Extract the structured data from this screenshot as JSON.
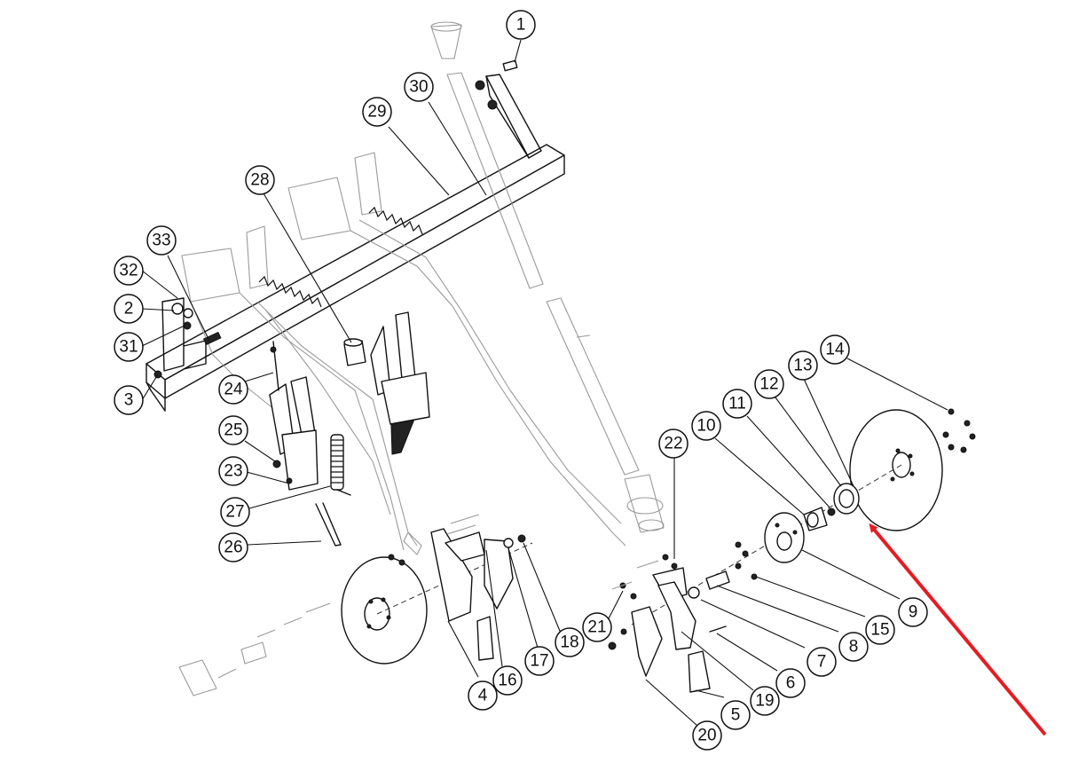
{
  "callout_labels": [
    "1",
    "2",
    "3",
    "4",
    "5",
    "6",
    "7",
    "8",
    "9",
    "10",
    "11",
    "12",
    "13",
    "14",
    "15",
    "16",
    "17",
    "18",
    "19",
    "20",
    "21",
    "22",
    "23",
    "24",
    "25",
    "26",
    "27",
    "28",
    "29",
    "30",
    "31",
    "32",
    "33"
  ],
  "highlight": {
    "arrow_color": "#e51c23",
    "target_label": "12"
  },
  "colors": {
    "line": "#111111",
    "faint": "#9a9a9a",
    "background": "#ffffff"
  }
}
